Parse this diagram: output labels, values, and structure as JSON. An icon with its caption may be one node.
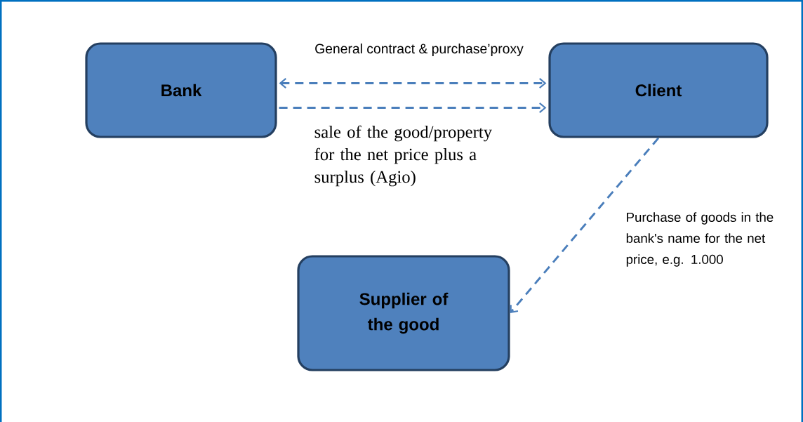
{
  "diagram": {
    "nodes": [
      {
        "text": [
          "Bank"
        ]
      },
      {
        "text": [
          "Client"
        ]
      },
      {
        "text": [
          "Supplier of the good"
        ]
      }
    ],
    "edges": [
      {
        "from": 0,
        "to": 1,
        "arrow": "both",
        "style": "dashed",
        "label": "General contract & purchase’proxy"
      },
      {
        "from": 0,
        "to": 1,
        "arrow": "to",
        "style": "dashed",
        "label": "sale of the good/property for the net price plus a surplus (Agio)"
      },
      {
        "from": 1,
        "to": 2,
        "arrow": "to",
        "style": "dashed",
        "label": "Purchase of goods in the bank's name for the net price, e.g. 1.000"
      }
    ]
  }
}
